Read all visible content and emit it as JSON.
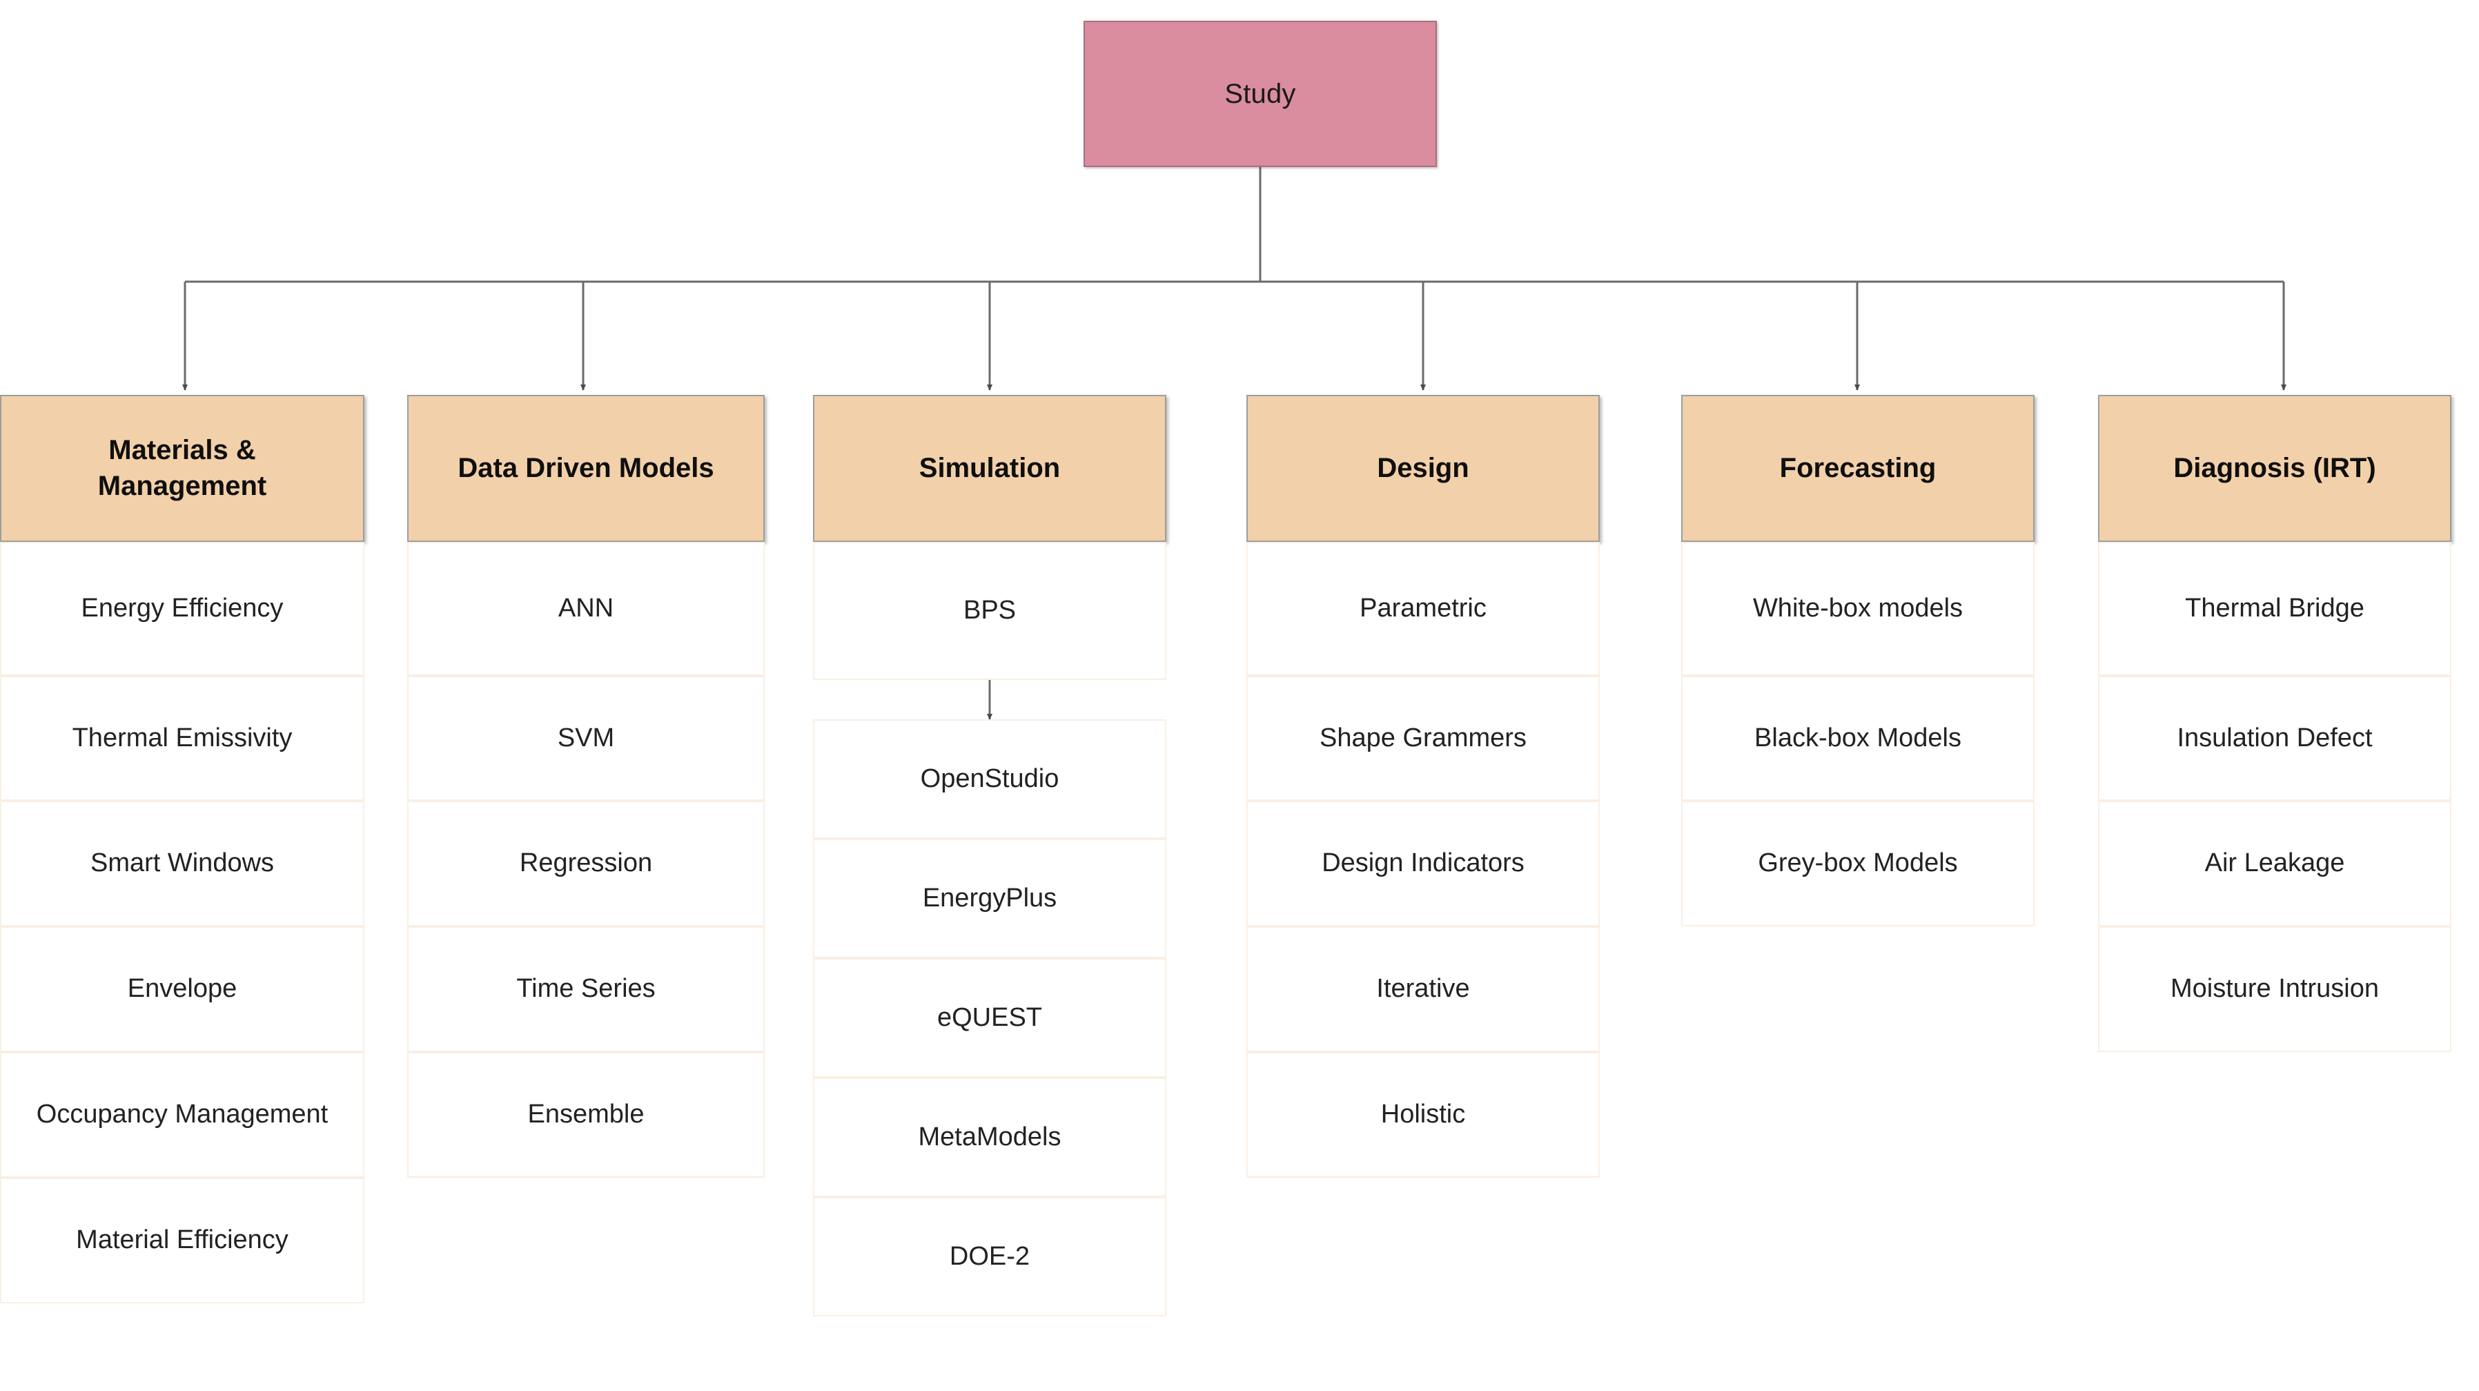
{
  "diagram": {
    "type": "tree-hierarchy",
    "title": "Study",
    "colors": {
      "root_fill": "#D98D9E",
      "root_border": "#A8707E",
      "header_fill": "#F2D0A9",
      "header_border": "#9E9E9E",
      "leaf_fill": "#FFFFFF",
      "leaf_border": "#FAEFE4",
      "edge": "#6B6B6B",
      "background": "#FFFFFF"
    }
  },
  "root": {
    "label": "Study"
  },
  "columns": [
    {
      "header": "Materials & Management",
      "header_lines": [
        "Materials &",
        "Management"
      ],
      "items": [
        "Energy Efficiency",
        "Thermal Emissivity",
        "Smart Windows",
        "Envelope",
        "Occupancy Management",
        "Material Efficiency"
      ]
    },
    {
      "header": "Data Driven Models",
      "header_lines": [
        "Data Driven Models"
      ],
      "items": [
        "ANN",
        "SVM",
        "Regression",
        "Time Series",
        "Ensemble"
      ]
    },
    {
      "header": "Simulation",
      "header_lines": [
        "Simulation"
      ],
      "items": [
        "BPS"
      ],
      "sub_items": [
        "OpenStudio",
        "EnergyPlus",
        "eQUEST",
        "MetaModels",
        "DOE-2"
      ]
    },
    {
      "header": "Design",
      "header_lines": [
        "Design"
      ],
      "items": [
        "Parametric",
        "Shape Grammers",
        "Design Indicators",
        "Iterative",
        "Holistic"
      ]
    },
    {
      "header": "Forecasting",
      "header_lines": [
        "Forecasting"
      ],
      "items": [
        "White-box models",
        "Black-box Models",
        "Grey-box Models"
      ]
    },
    {
      "header": "Diagnosis (IRT)",
      "header_lines": [
        "Diagnosis (IRT)"
      ],
      "items": [
        "Thermal Bridge",
        "Insulation Defect",
        "Air Leakage",
        "Moisture Intrusion"
      ]
    }
  ]
}
